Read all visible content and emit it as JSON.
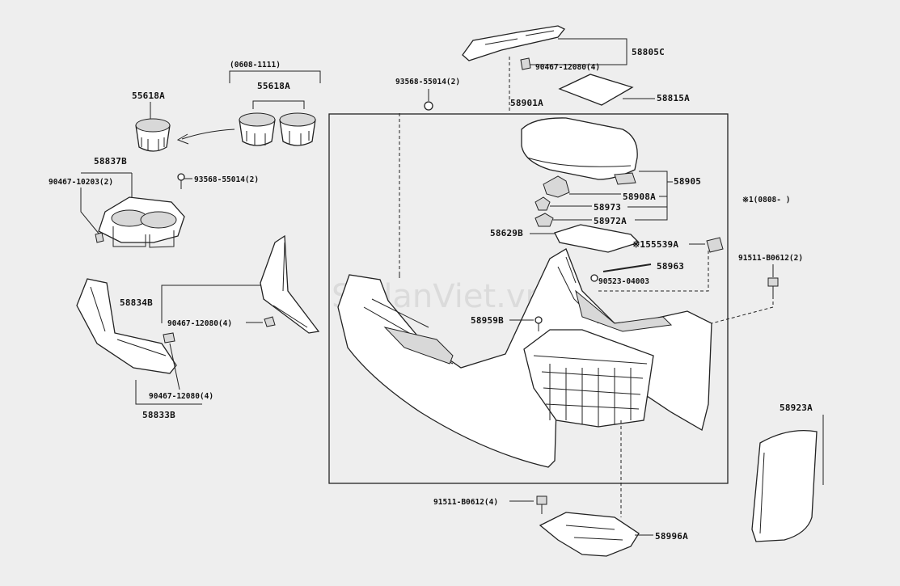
{
  "labels": {
    "p55618A_single": "55618A",
    "p55618A_pair": "55618A",
    "range_0608_1111": "(0608-1111)",
    "p58837B": "58837B",
    "p90467_10203": "90467-10203(2)",
    "p93568_55014_left": "93568-55014(2)",
    "p58834B": "58834B",
    "p90467_12080_a": "90467-12080(4)",
    "p90467_12080_b": "90467-12080(4)",
    "p58833B": "58833B",
    "p93568_55014_top": "93568-55014(2)",
    "p58901A": "58901A",
    "p58805C": "58805C",
    "p90467_12080_top": "90467-12080(4)",
    "p58815A": "58815A",
    "p58905": "58905",
    "p58908A": "58908A",
    "p58973": "58973",
    "p58972A": "58972A",
    "p58629B": "58629B",
    "p155539A": "※155539A",
    "p58963": "58963",
    "p90523_04003": "90523-04003",
    "p58959B": "58959B",
    "note_1": "※1(0808-   )",
    "p91511_B0612_right": "91511-B0612(2)",
    "p58923A": "58923A",
    "p91511_B0612_bottom": "91511-B0612(4)",
    "p58996A": "58996A"
  },
  "watermark": "SedanViet.vn",
  "colors": {
    "background": "#eeeeee",
    "line": "#222222",
    "part_fill": "#ffffff"
  }
}
